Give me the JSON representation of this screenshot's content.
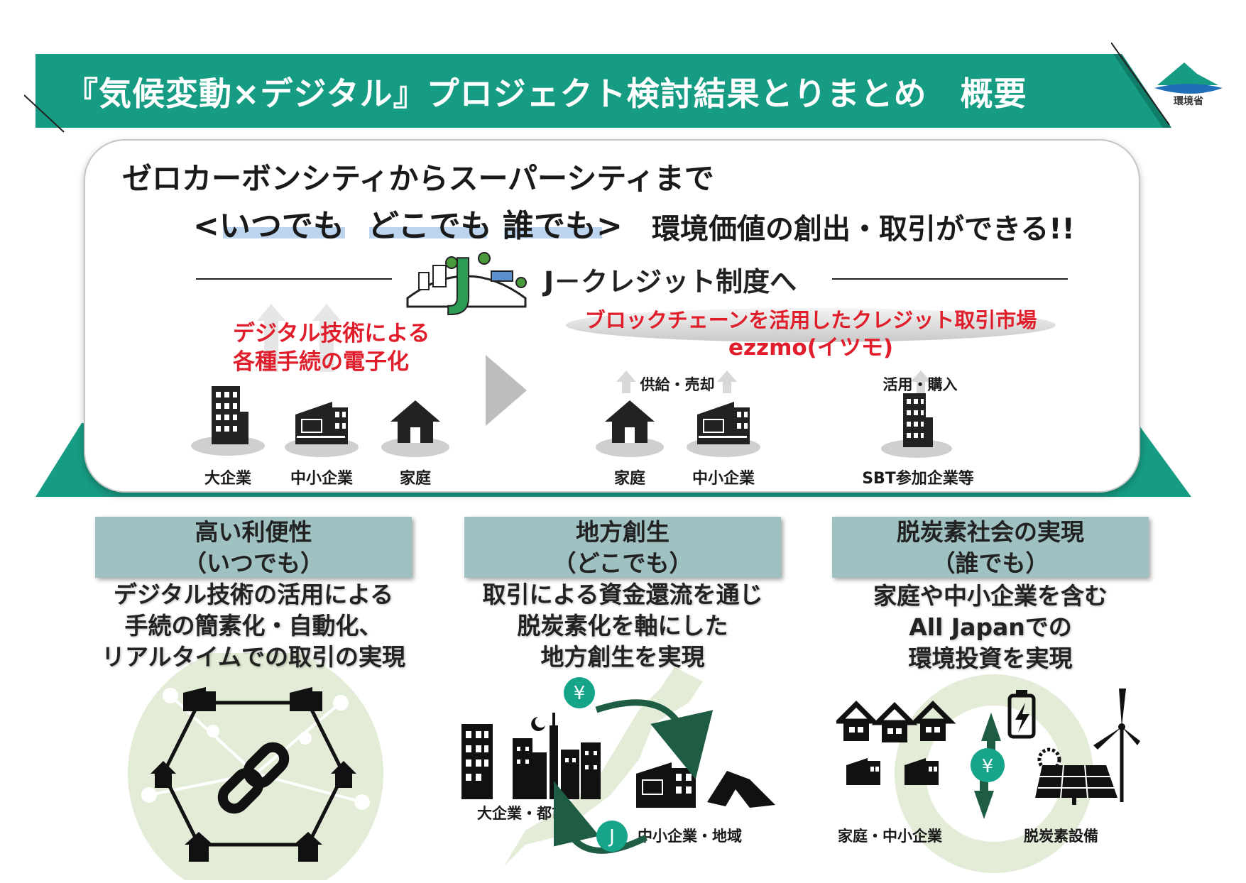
{
  "header": {
    "title": "『気候変動×デジタル』プロジェクト検討結果とりまとめ　概要",
    "ministry": "環境省",
    "band_color": "#169c82"
  },
  "vision": {
    "line1": "ゼロカーボンシティからスーパーシティまで",
    "highlights": [
      "<いつでも",
      "どこでも",
      "誰でも>"
    ],
    "line3": "環境価値の創出・取引ができる!!",
    "underline_color": "#bcd4ee"
  },
  "jcredit": {
    "label": "J－クレジット制度へ",
    "logo_letter": "J"
  },
  "left_section": {
    "red_line1": "デジタル技術による",
    "red_line2": "各種手続の電子化",
    "actors": [
      "大企業",
      "中小企業",
      "家庭"
    ]
  },
  "right_section": {
    "market_label": "ブロックチェーンを活用したクレジット取引市場",
    "market_name": "ezzmo(イツモ)",
    "supply_caption": "供給・売却",
    "use_caption": "活用・購入",
    "actors": [
      "家庭",
      "中小企業",
      "SBT参加企業等"
    ]
  },
  "benefits": [
    {
      "title": "高い利便性",
      "subtitle": "（いつでも）",
      "desc": [
        "デジタル技術の活用による",
        "手続の簡素化・自動化、",
        "リアルタイムでの取引の実現"
      ]
    },
    {
      "title": "地方創生",
      "subtitle": "（どこでも）",
      "desc": [
        "取引による資金還流を通じ",
        "脱炭素化を軸にした",
        "地方創生を実現"
      ],
      "illustration": {
        "left_label": "大企業・都市",
        "right_label": "中小企業・地域",
        "yen_symbol": "¥",
        "j_symbol": "J"
      }
    },
    {
      "title": "脱炭素社会の実現",
      "subtitle": "（誰でも）",
      "desc": [
        "家庭や中小企業を含む",
        "All Japanでの",
        "環境投資を実現"
      ],
      "illustration": {
        "left_label": "家庭・中小企業",
        "right_label": "脱炭素設備",
        "yen_symbol": "¥"
      }
    }
  ],
  "colors": {
    "teal": "#169c82",
    "accent_red": "#e01e2b",
    "benefit_header": "#9fc1c2"
  }
}
